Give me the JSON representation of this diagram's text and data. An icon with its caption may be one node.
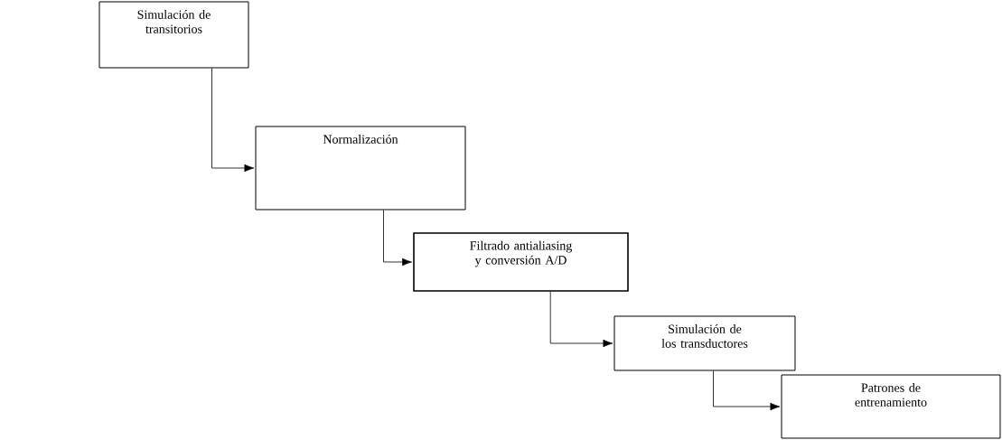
{
  "diagram": {
    "nodes": [
      {
        "text": [
          "Simulación de transitorios"
        ]
      },
      {
        "text": [
          "Normalización"
        ]
      },
      {
        "text": [
          "Filtrado antialiasing y conversión A/D"
        ]
      },
      {
        "text": [
          "Simulación de los transductores"
        ]
      },
      {
        "text": [
          "Patrones de entrenamiento"
        ]
      }
    ],
    "edges": [
      {
        "from": 0,
        "to": 1,
        "arrow": "to"
      },
      {
        "from": 1,
        "to": 2,
        "arrow": "to"
      },
      {
        "from": 2,
        "to": 3,
        "arrow": "to"
      },
      {
        "from": 3,
        "to": 4,
        "arrow": "to"
      }
    ]
  }
}
